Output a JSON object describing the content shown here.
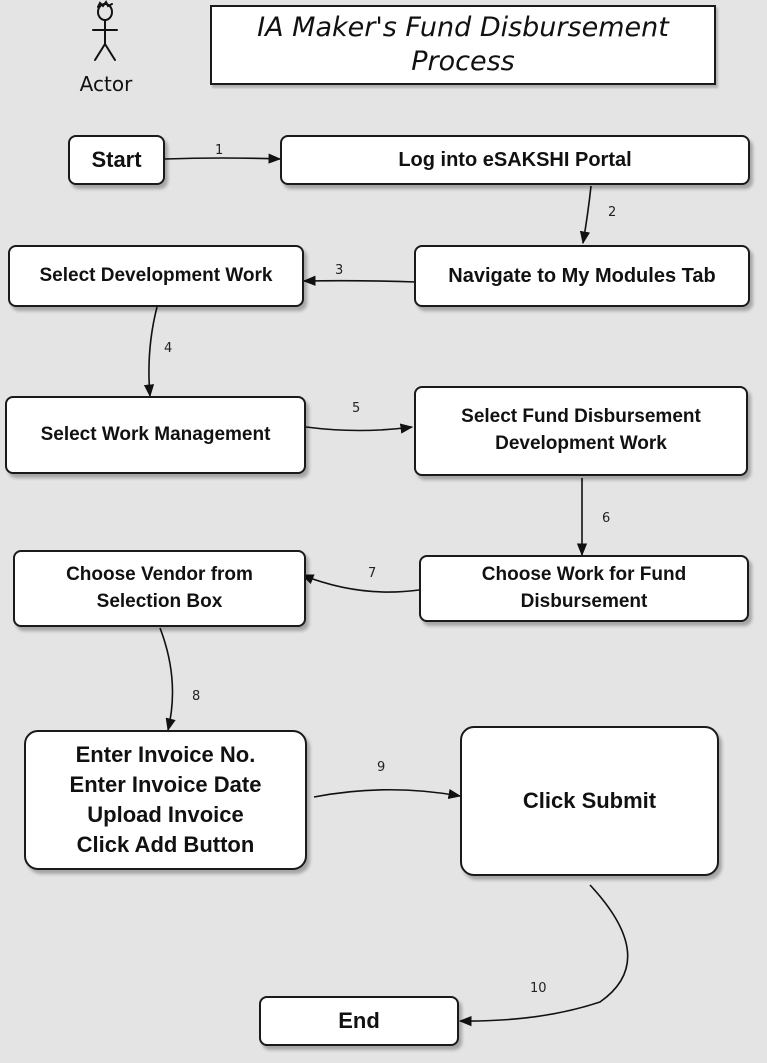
{
  "title": "IA Maker's Fund Disbursement\nProcess",
  "actor": {
    "label": "Actor"
  },
  "steps": {
    "start": "Start",
    "login": "Log into eSAKSHI Portal",
    "navigate": "Navigate to My Modules Tab",
    "select_dev": "Select Development Work",
    "select_wm": "Select Work Management",
    "select_fd": "Select Fund Disbursement\nDevelopment Work",
    "choose_work": "Choose Work for Fund\nDisbursement",
    "choose_vendor": "Choose Vendor from\nSelection Box",
    "invoice": "Enter Invoice No.\nEnter Invoice Date\nUpload Invoice\nClick Add Button",
    "submit": "Click Submit",
    "end": "End"
  },
  "edges": [
    "1",
    "2",
    "3",
    "4",
    "5",
    "6",
    "7",
    "8",
    "9",
    "10"
  ]
}
